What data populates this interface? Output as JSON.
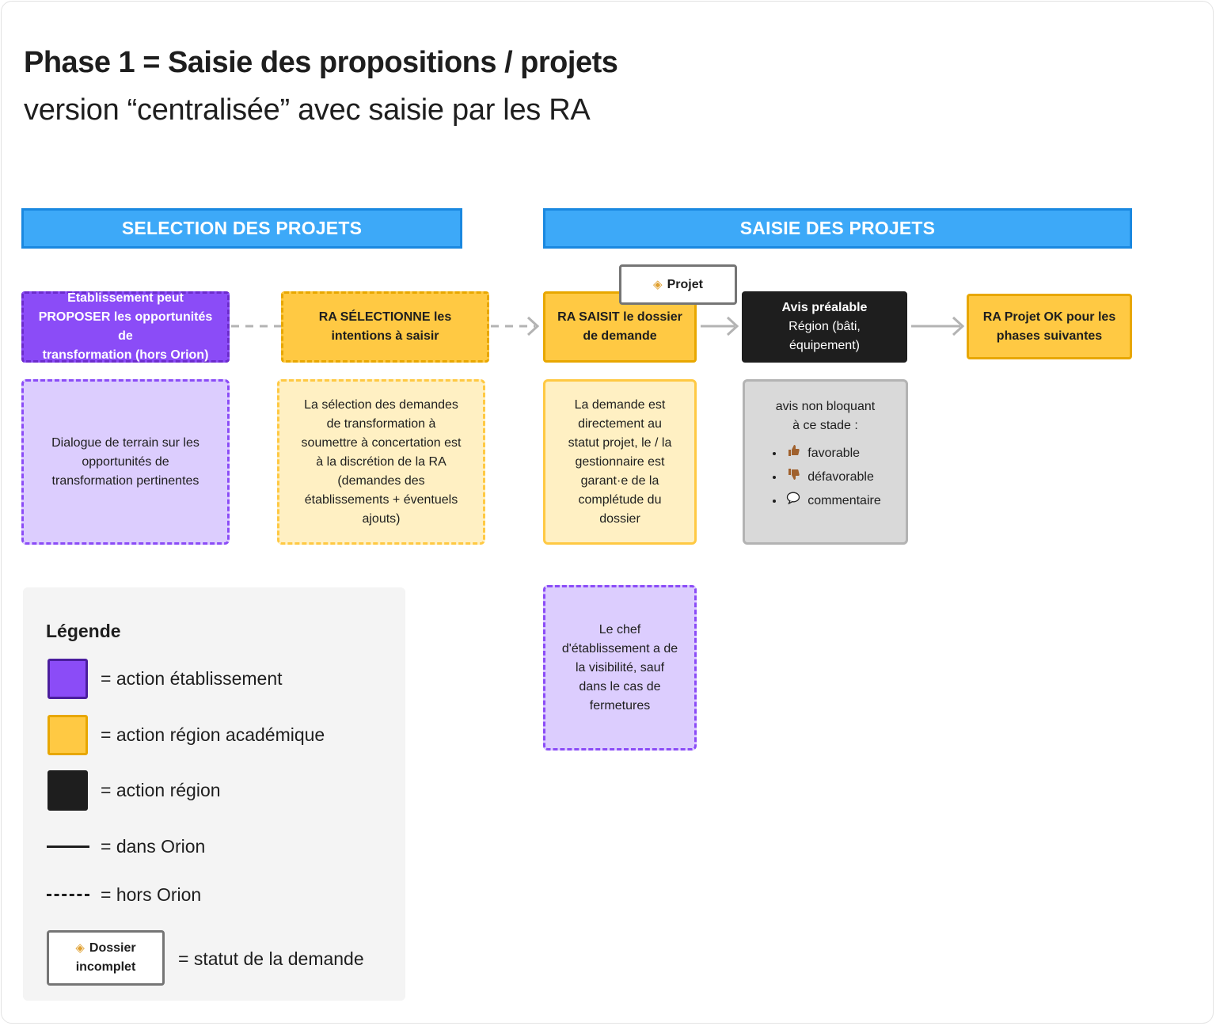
{
  "header": {
    "title": "Phase 1 = Saisie des propositions / projets",
    "subtitle": "version “centralisée” avec saisie par les RA"
  },
  "banners": {
    "selection": "SELECTION DES PROJETS",
    "saisie": "SAISIE DES PROJETS"
  },
  "steps": {
    "etablissement": [
      "Etablissement peut",
      "PROPOSER les opportunités de",
      "transformation (hors Orion)"
    ],
    "ra_selectionne": [
      "RA SÉLECTIONNE les",
      "intentions à saisir"
    ],
    "ra_saisit": [
      "RA SAISIT le dossier",
      "de demande"
    ],
    "avis": [
      "Avis préalable",
      "Région (bâti,",
      "équipement)"
    ],
    "ra_ok": [
      "RA Projet OK pour les",
      "phases suivantes"
    ]
  },
  "status_tag": {
    "label": "Projet",
    "icon": "tag-icon"
  },
  "notes": {
    "dialogue": [
      "Dialogue de terrain sur les",
      "opportunités de",
      "transformation pertinentes"
    ],
    "selection": [
      "La sélection des demandes",
      "de transformation à",
      "soumettre à concertation est",
      "à la discrétion de la RA",
      "(demandes des",
      "établissements + éventuels",
      "ajouts)"
    ],
    "demande": [
      "La demande est",
      "directement au",
      "statut projet, le / la",
      "gestionnaire est",
      "garant·e de la",
      "complétude du",
      "dossier"
    ],
    "avis_intro": [
      "avis non bloquant",
      "à ce stade :"
    ],
    "avis_options": [
      {
        "icon": "thumbs-up-icon",
        "label": "favorable"
      },
      {
        "icon": "thumbs-down-icon",
        "label": "défavorable"
      },
      {
        "icon": "speech-bubble-icon",
        "label": "commentaire"
      }
    ],
    "chef": [
      "Le chef",
      "d'établissement a de",
      "la visibilité, sauf",
      "dans le cas de",
      "fermetures"
    ]
  },
  "legend": {
    "title": "Légende",
    "items": [
      {
        "text": "= action établissement"
      },
      {
        "text": "= action région académique"
      },
      {
        "text": "= action région"
      },
      {
        "text": "= dans Orion"
      },
      {
        "text": "= hors Orion"
      },
      {
        "text": "= statut de la demande"
      }
    ],
    "tag": [
      "Dossier",
      "incomplet"
    ]
  },
  "colors": {
    "purple": "#8b4cf7",
    "yellow": "#ffc943",
    "black": "#1e1e1e",
    "blue": "#3da9f8",
    "lavender": "#dccdfe",
    "cream": "#fff0c3",
    "grey": "#d9d9d9",
    "arrow": "#b3b3b3"
  }
}
